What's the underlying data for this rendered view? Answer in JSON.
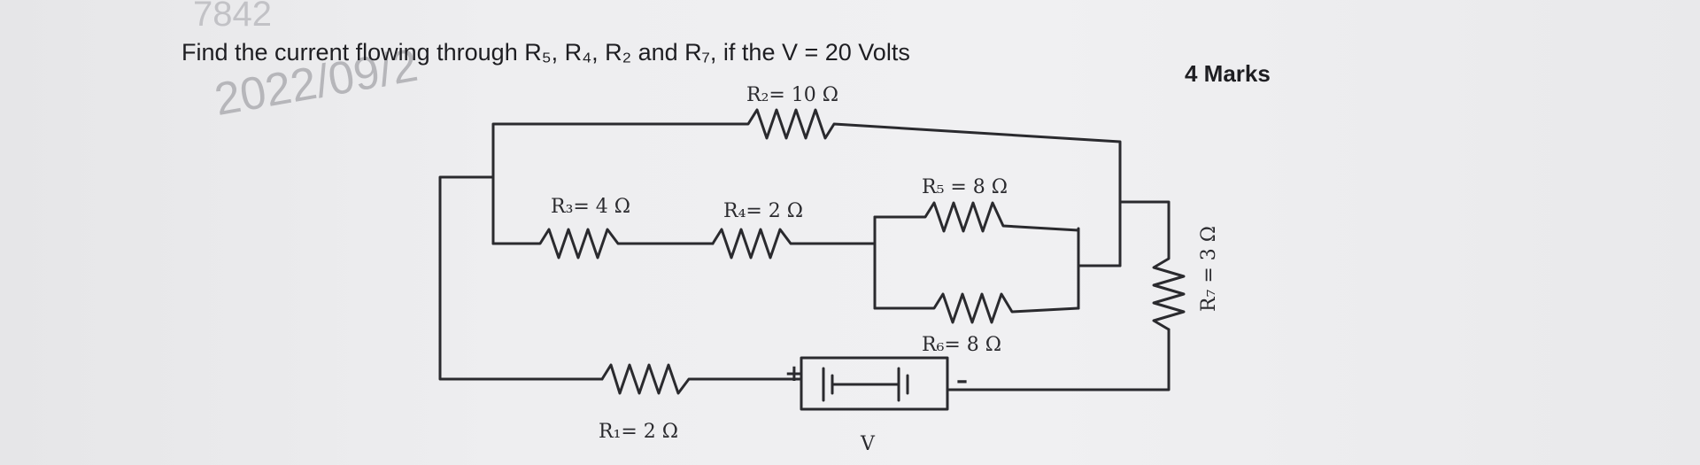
{
  "question": {
    "text": "Find the current flowing through R₅, R₄, R₂ and R₇, if the V = 20 Volts",
    "marks": "4 Marks"
  },
  "watermark": {
    "date": "2022/09/2",
    "top_fragment": "7842"
  },
  "circuit": {
    "R2": "R₂= 10 Ω",
    "R3": "R₃= 4 Ω",
    "R4": "R₄= 2 Ω",
    "R5": "R₅ = 8 Ω",
    "R6": "R₆= 8 Ω",
    "R7": "R₇ = 3 Ω",
    "R1": "R₁= 2 Ω",
    "V": "V",
    "plus": "+",
    "minus": "–"
  },
  "colors": {
    "ink": "#2a2a2e",
    "background": "#ececee"
  }
}
